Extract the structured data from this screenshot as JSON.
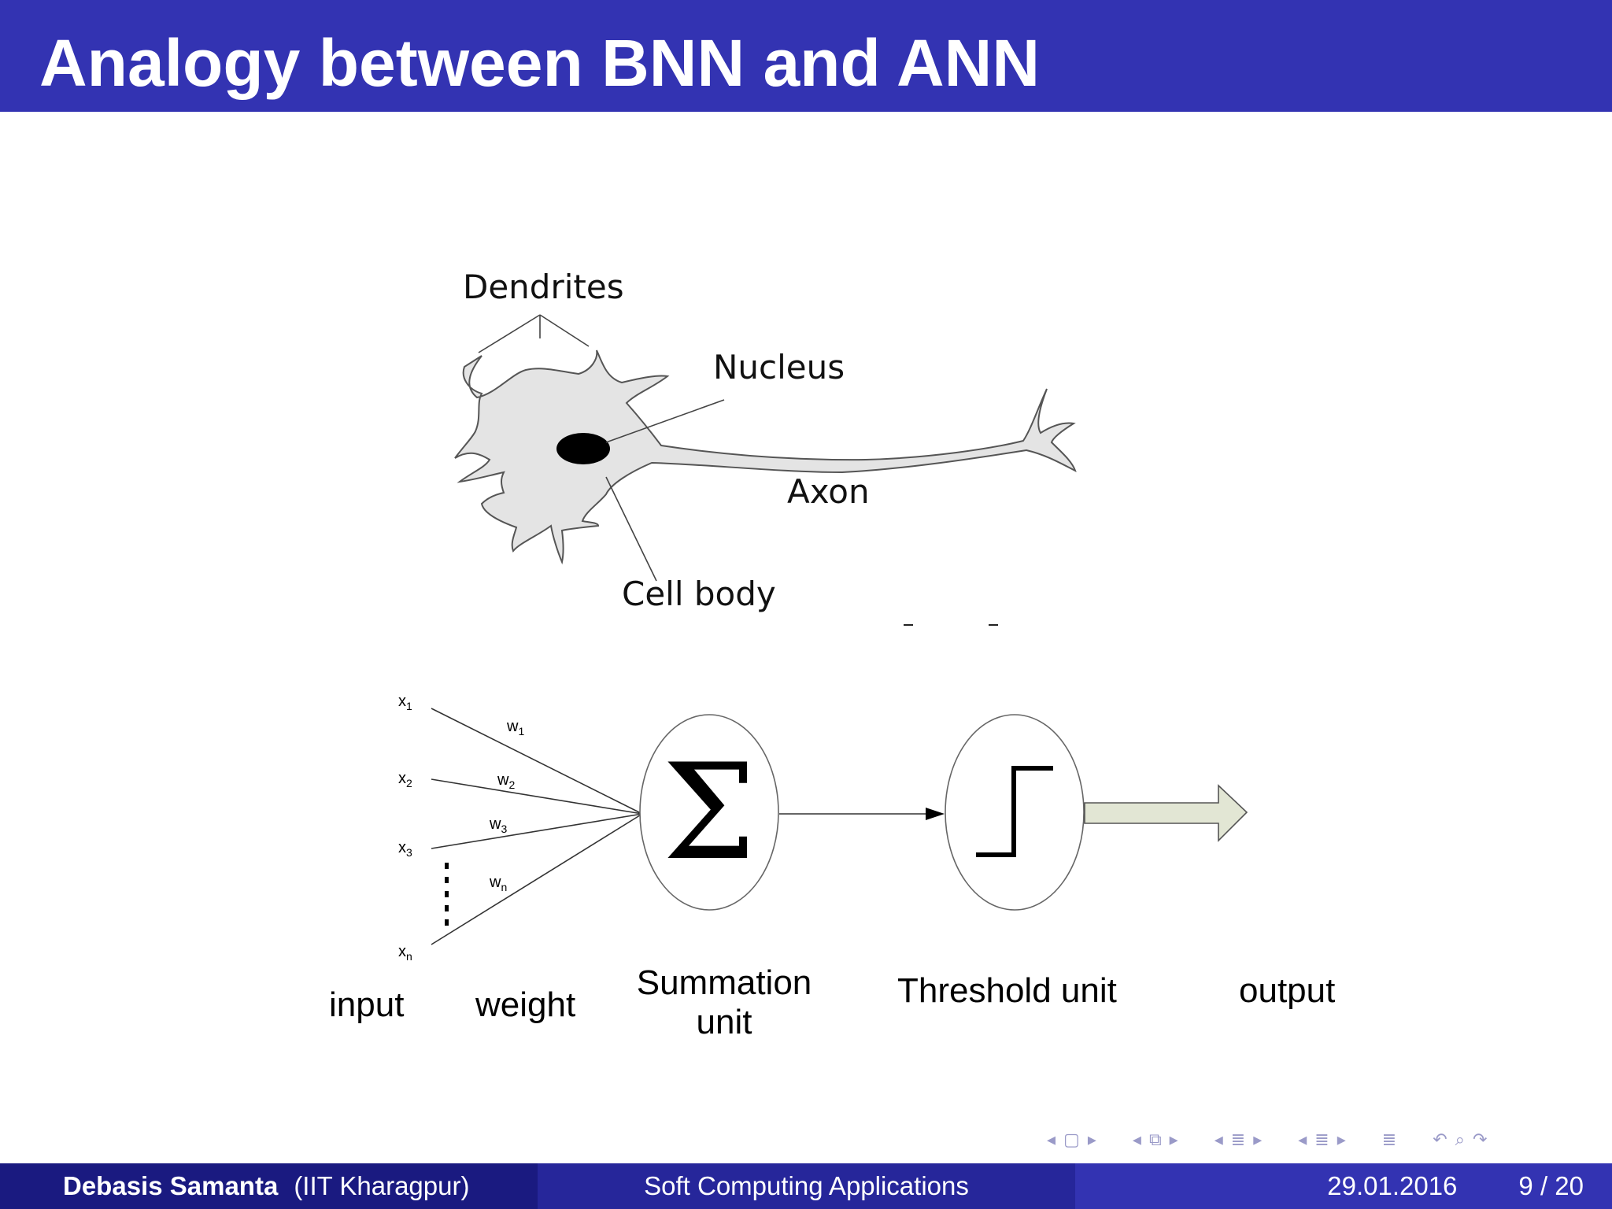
{
  "slide": {
    "title": "Analogy between BNN and ANN"
  },
  "neuron_figure": {
    "dendrites": "Dendrites",
    "nucleus": "Nucleus",
    "axon": "Axon",
    "cell_body": "Cell body"
  },
  "ann_figure": {
    "inputs": [
      {
        "sym": "x",
        "sub": "1"
      },
      {
        "sym": "x",
        "sub": "2"
      },
      {
        "sym": "x",
        "sub": "3"
      },
      {
        "sym": "x",
        "sub": "n"
      }
    ],
    "weights": [
      {
        "sym": "w",
        "sub": "1"
      },
      {
        "sym": "w",
        "sub": "2"
      },
      {
        "sym": "w",
        "sub": "3"
      },
      {
        "sym": "w",
        "sub": "n"
      }
    ],
    "sigma_symbol": "Σ",
    "captions": {
      "input": "input",
      "weight": "weight",
      "summation_line1": "Summation",
      "summation_line2": "unit",
      "threshold": "Threshold unit",
      "output": "output"
    },
    "output_arrow_color": "#e2e6d4"
  },
  "footer": {
    "author": "Debasis Samanta",
    "affiliation": "(IIT Kharagpur)",
    "course": "Soft Computing Applications",
    "date": "29.01.2016",
    "page": "9 / 20"
  },
  "colors": {
    "title_bg": "#3333b2",
    "footer_left": "#1a1a80",
    "footer_mid": "#26269a",
    "footer_right": "#3333b2",
    "nav": "#9a9ac8"
  }
}
